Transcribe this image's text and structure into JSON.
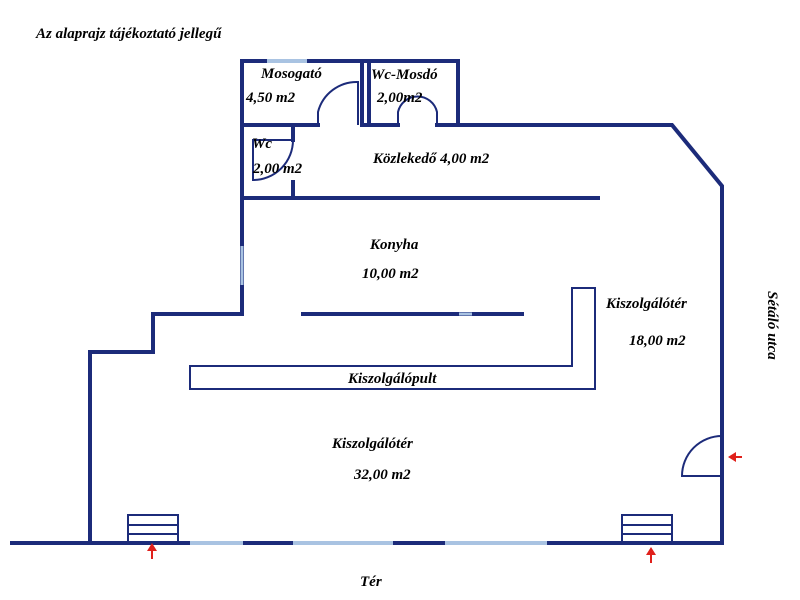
{
  "note": "Az alaprajz tájékoztató jellegű",
  "rooms": {
    "mosogato": {
      "name": "Mosogató",
      "area": "4,50 m2"
    },
    "wc_mosdo": {
      "name": "Wc-Mosdó",
      "area": "2,00m2"
    },
    "wc": {
      "name": "Wc",
      "area": "2,00 m2"
    },
    "kozlekedo": {
      "label": "Közlekedő 4,00 m2"
    },
    "konyha": {
      "name": "Konyha",
      "area": "10,00 m2"
    },
    "kiszolgaloter_right": {
      "name": "Kiszolgálótér",
      "area": "18,00 m2"
    },
    "kiszolgalopult": {
      "name": "Kiszolgálópult"
    },
    "kiszolgaloter_main": {
      "name": "Kiszolgálótér",
      "area": "32,00 m2"
    }
  },
  "streets": {
    "right": "Sétáló utca",
    "bottom": "Tér"
  },
  "colors": {
    "wall": "#1c2b7a",
    "window": "#a9c3e2",
    "entrance_arrow": "#e0201b"
  },
  "icons": [
    "entrance-arrow-icon",
    "door-swing-icon"
  ]
}
